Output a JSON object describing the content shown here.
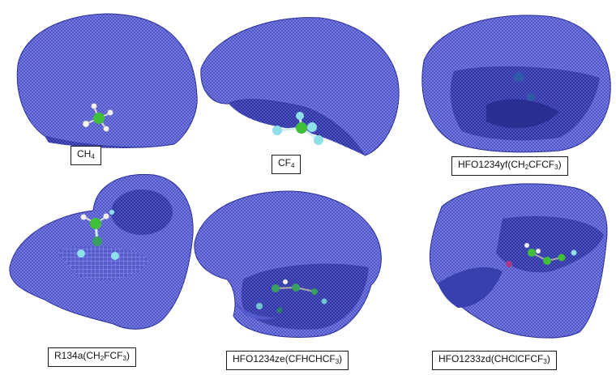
{
  "panels": [
    {
      "id": "ch4",
      "label_parts": [
        [
          "CH",
          ""
        ],
        [
          "4",
          "sub"
        ]
      ]
    },
    {
      "id": "cf4",
      "label_parts": [
        [
          "CF",
          ""
        ],
        [
          "4",
          "sub"
        ]
      ]
    },
    {
      "id": "hfo1234yf",
      "label_parts": [
        [
          "HFO1234yf(CH",
          ""
        ],
        [
          "2",
          "sub"
        ],
        [
          "CFCF",
          ""
        ],
        [
          "3",
          "sub"
        ],
        [
          ")",
          ""
        ]
      ]
    },
    {
      "id": "r134a",
      "label_parts": [
        [
          "R134a(CH",
          ""
        ],
        [
          "2",
          "sub"
        ],
        [
          "FCF",
          ""
        ],
        [
          "3",
          "sub"
        ],
        [
          ")",
          ""
        ]
      ]
    },
    {
      "id": "hfo1234ze",
      "label_parts": [
        [
          "HFO1234ze(CFHCHCF",
          ""
        ],
        [
          "3",
          "sub"
        ],
        [
          ")",
          ""
        ]
      ]
    },
    {
      "id": "hfo1233zd",
      "label_parts": [
        [
          "HFO1233zd(CHClCFCF",
          ""
        ],
        [
          "3",
          "sub"
        ],
        [
          ")",
          ""
        ]
      ]
    }
  ],
  "colors": {
    "mesh_fill": "#4a4fc4",
    "mesh_dark": "#262a8f",
    "mesh_line": "#8d93ee",
    "carbon": "#3fbf3a",
    "hydrogen": "#f2f2f2",
    "fluorine": "#8fe0ea",
    "chlorine": "#a83a8a",
    "label_border": "#1a1a1a"
  }
}
